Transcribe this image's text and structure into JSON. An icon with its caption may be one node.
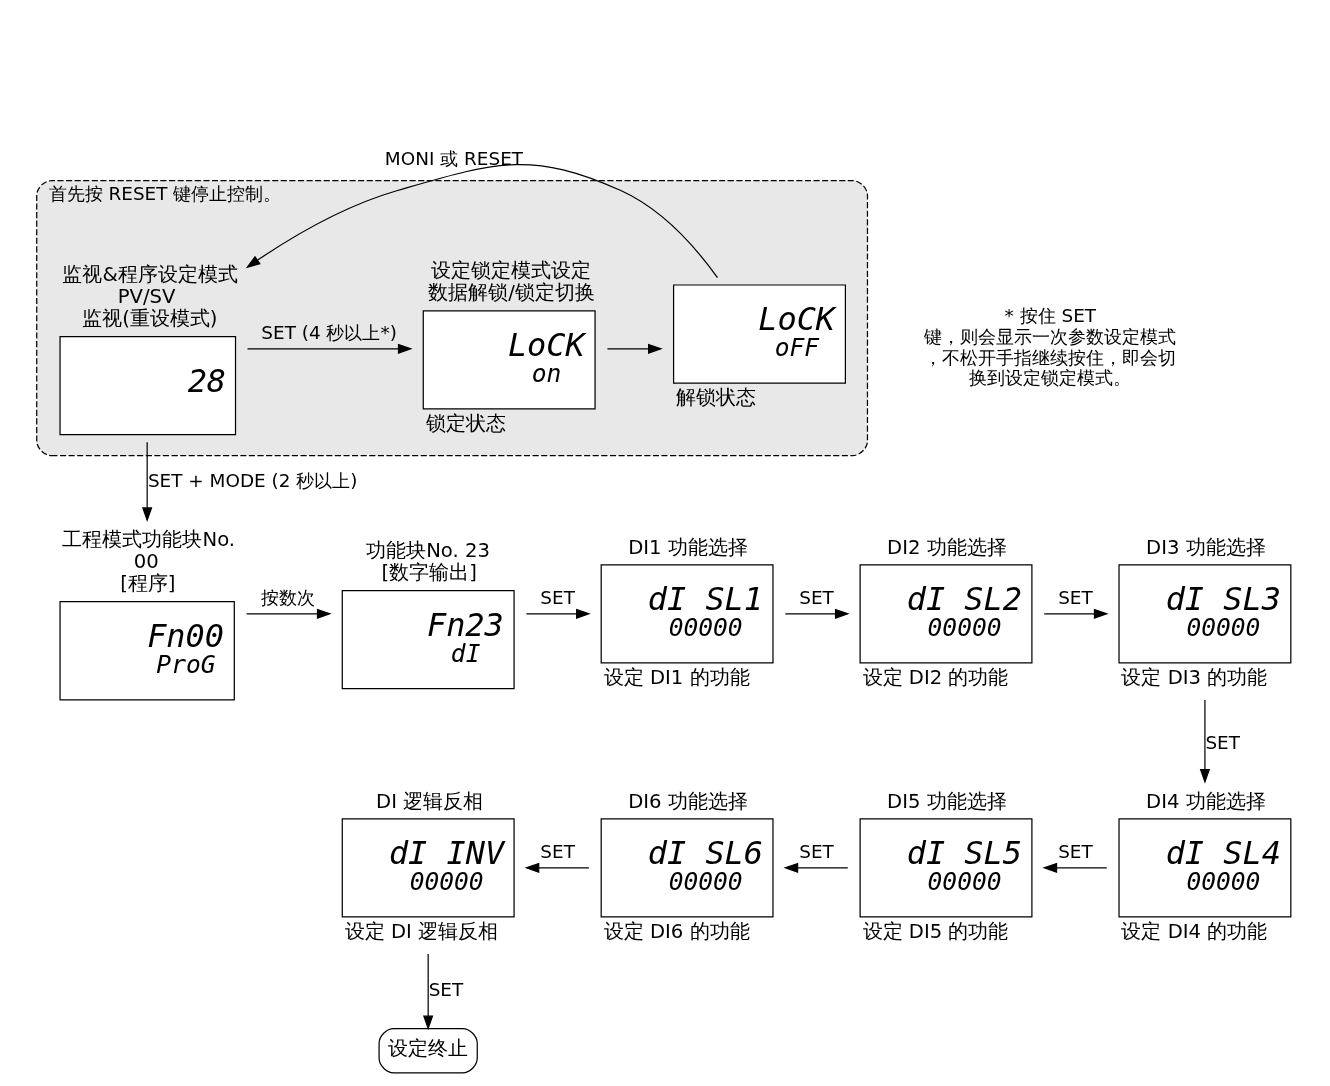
{
  "diagram": {
    "nodes": [
      {
        "text": [
          "首先按 RESET 键停止控制。"
        ]
      },
      {
        "text": [
          "监视&程序设定模式PV/SV 监视(重设模式)",
          "28"
        ],
        "in": 0
      },
      {
        "text": [
          "设定锁定模式设定数据解锁/锁定切换",
          "LoCK",
          "on"
        ],
        "beside": [
          "锁定状态"
        ],
        "in": 0
      },
      {
        "text": [
          "LoCK",
          "oFF"
        ],
        "beside": [
          "解锁状态"
        ],
        "in": 0
      },
      {
        "text": [
          "工程模式功能块No.00 [程序]",
          "Fn00",
          "ProG"
        ]
      },
      {
        "text": [
          "功能块No. 23 [数字输出]",
          "Fn23",
          "dI"
        ]
      },
      {
        "text": [
          "DI1 功能选择",
          "dI SL1",
          "00000"
        ],
        "beside": [
          "设定 DI1 的功能"
        ]
      },
      {
        "text": [
          "DI2 功能选择",
          "dI SL2",
          "00000"
        ],
        "beside": [
          "设定 DI2 的功能"
        ]
      },
      {
        "text": [
          "DI3 功能选择",
          "dI SL3",
          "00000"
        ],
        "beside": [
          "设定 DI3 的功能"
        ]
      },
      {
        "text": [
          "DI4 功能选择",
          "dI SL4",
          "00000"
        ],
        "beside": [
          "设定 DI4 的功能"
        ]
      },
      {
        "text": [
          "DI5 功能选择",
          "dI SL5",
          "00000"
        ],
        "beside": [
          "设定 DI5 的功能"
        ]
      },
      {
        "text": [
          "DI6 功能选择",
          "dI SL6",
          "00000"
        ],
        "beside": [
          "设定 DI6 的功能"
        ]
      },
      {
        "text": [
          "DI 逻辑反相",
          "dI INV",
          "00000"
        ],
        "beside": [
          "设定 DI 逻辑反相"
        ]
      },
      {
        "text": [
          "设定终止"
        ]
      }
    ],
    "edges": [
      {
        "from": 1,
        "to": 2,
        "arrow": "to",
        "label": "SET (4 秒以上*)"
      },
      {
        "from": 2,
        "to": 3,
        "arrow": "to"
      },
      {
        "from": 3,
        "to": 1,
        "arrow": "to",
        "label": "MONI 或 RESET"
      },
      {
        "from": 1,
        "to": 4,
        "arrow": "to",
        "label": "SET + MODE (2 秒以上)"
      },
      {
        "from": 4,
        "to": 5,
        "arrow": "to",
        "label": "按数次"
      },
      {
        "from": 5,
        "to": 6,
        "arrow": "to",
        "label": "SET"
      },
      {
        "from": 6,
        "to": 7,
        "arrow": "to",
        "label": "SET"
      },
      {
        "from": 7,
        "to": 8,
        "arrow": "to",
        "label": "SET"
      },
      {
        "from": 8,
        "to": 9,
        "arrow": "to",
        "label": "SET"
      },
      {
        "from": 9,
        "to": 10,
        "arrow": "to",
        "label": "SET"
      },
      {
        "from": 10,
        "to": 11,
        "arrow": "to",
        "label": "SET"
      },
      {
        "from": 11,
        "to": 12,
        "arrow": "to",
        "label": "SET"
      },
      {
        "from": 12,
        "to": 13,
        "arrow": "to",
        "label": "SET"
      }
    ],
    "labels": [
      "* 按住 SET 键，则会显示一次参数设定模式，不松开手指继续按住，即会切换到设定锁定模式。"
    ]
  }
}
